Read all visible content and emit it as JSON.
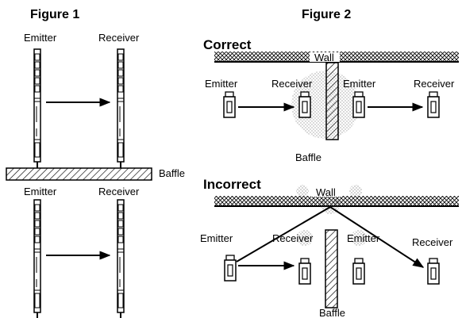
{
  "figure1": {
    "title": "Figure 1",
    "top_emitter": "Emitter",
    "top_receiver": "Receiver",
    "baffle": "Baffle",
    "bottom_emitter": "Emitter",
    "bottom_receiver": "Receiver"
  },
  "figure2": {
    "title": "Figure 2",
    "correct": {
      "heading": "Correct",
      "wall": "Wall",
      "emitter_1": "Emitter",
      "receiver_1": "Receiver",
      "emitter_2": "Emitter",
      "receiver_2": "Receiver",
      "baffle": "Baffle"
    },
    "incorrect": {
      "heading": "Incorrect",
      "wall": "Wall",
      "emitter_1": "Emitter",
      "receiver_1": "Receiver",
      "emitter_2": "Emitter",
      "receiver_2": "Receiver",
      "baffle": "Baffle"
    }
  }
}
